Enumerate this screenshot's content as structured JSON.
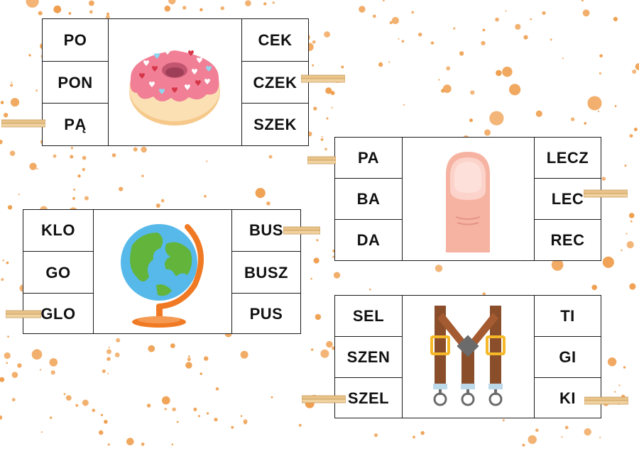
{
  "colors": {
    "splatter": "#ef9f4f",
    "border": "#1a1a1a",
    "clothespin": "#e8c48a"
  },
  "cards": [
    {
      "picture": "donut-icon",
      "left": [
        "PO",
        "PON",
        "PĄ"
      ],
      "right": [
        "CEK",
        "CZEK",
        "SZEK"
      ]
    },
    {
      "picture": "finger-icon",
      "left": [
        "PA",
        "BA",
        "DA"
      ],
      "right": [
        "LECZ",
        "LEC",
        "REC"
      ]
    },
    {
      "picture": "globe-icon",
      "left": [
        "KLO",
        "GO",
        "GLO"
      ],
      "right": [
        "BUS",
        "BUSZ",
        "PUS"
      ]
    },
    {
      "picture": "suspenders-icon",
      "left": [
        "SEL",
        "SZEN",
        "SZEL"
      ],
      "right": [
        "TI",
        "GI",
        "KI"
      ]
    }
  ]
}
